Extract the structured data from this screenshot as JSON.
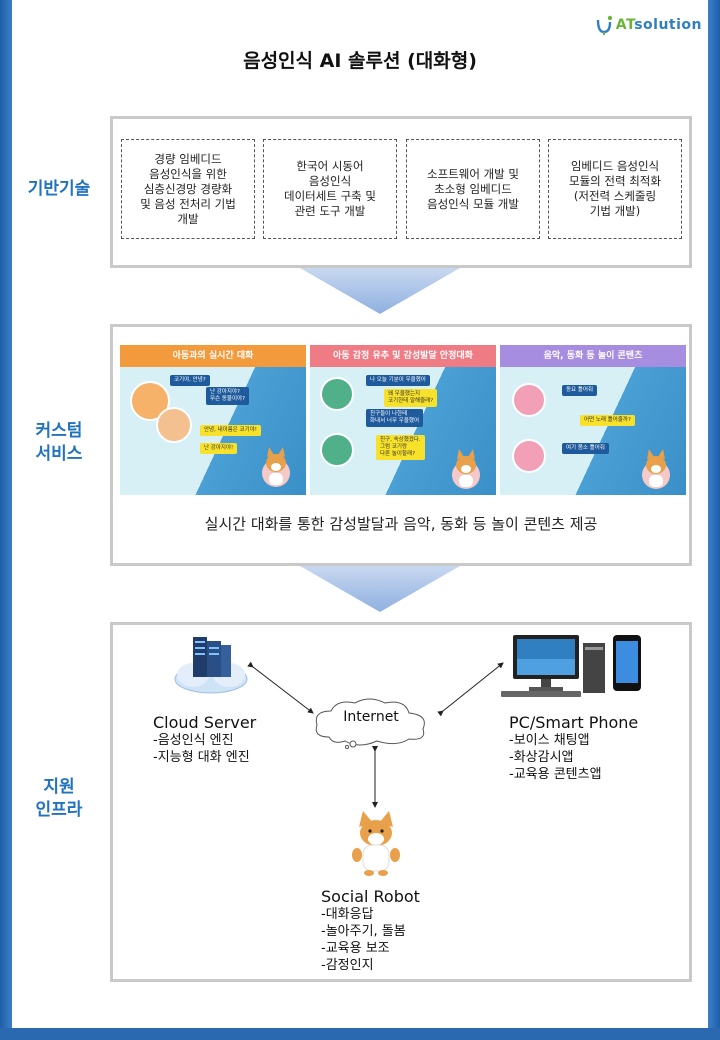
{
  "logo": {
    "prefix": "AT",
    "suffix": "solution",
    "colors": {
      "green": "#6bb43a",
      "blue": "#2f7fc1"
    }
  },
  "title": "음성인식 AI 솔루션 (대화형)",
  "sections": {
    "tech": {
      "label": "기반기술",
      "cards": [
        "경량 임베디드\n음성인식을 위한\n심층신경망 경량화\n및 음성 전처리 기법\n개발",
        "한국어 시동어\n음성인식\n데이터세트 구축 및\n관련 도구 개발",
        "소프트웨어 개발 및\n초소형 임베디드\n음성인식 모듈 개발",
        "임베디드 음성인식\n모듈의 전력 최적화\n(저전력 스케줄링\n기법 개발)"
      ]
    },
    "service": {
      "label": "커스텀\n서비스",
      "panels": [
        {
          "title": "아동과의 실시간 대화",
          "header_color": "#f29a3c",
          "bubbles": [
            "코기야, 안녕?",
            "난 강아지야?\n무슨 동물이야?",
            "안녕, 내이름은 코기야!",
            "난 강아지야!"
          ]
        },
        {
          "title": "아동 감정 유추 및 감성발달 안정대화",
          "header_color": "#ef7b84",
          "bubbles": [
            "나 오늘 기분이 우울했어",
            "왜 우울했는지\n코기한테 말해줄래?",
            "친구들이 나한테\n화내서 너무 우울했어",
            "친구, 속상했겠다.\n그럼 코기랑\n다른 놀이할래?"
          ]
        },
        {
          "title": "음악, 동화 등 놀이 콘텐츠",
          "header_color": "#a78de0",
          "bubbles": [
            "동요 틀어줘",
            "어떤 노래 틀어줄까?",
            "여기 봄소 틀어줘"
          ]
        }
      ],
      "caption": "실시간 대화를 통한 감성발달과 음악, 동화 등 놀이 콘텐츠 제공"
    },
    "infra": {
      "label": "지원\n인프라",
      "internet": "Internet",
      "nodes": {
        "cloud": {
          "title": "Cloud Server",
          "items": "-음성인식 엔진\n-지능형 대화 엔진"
        },
        "pc": {
          "title": "PC/Smart Phone",
          "items": "-보이스 채팅앱\n-화상감시앱\n-교육용 콘텐츠앱"
        },
        "robot": {
          "title": "Social Robot",
          "items": "-대화응답\n-놀아주기, 돌봄\n-교육용 보조\n-감정인지"
        }
      }
    }
  }
}
